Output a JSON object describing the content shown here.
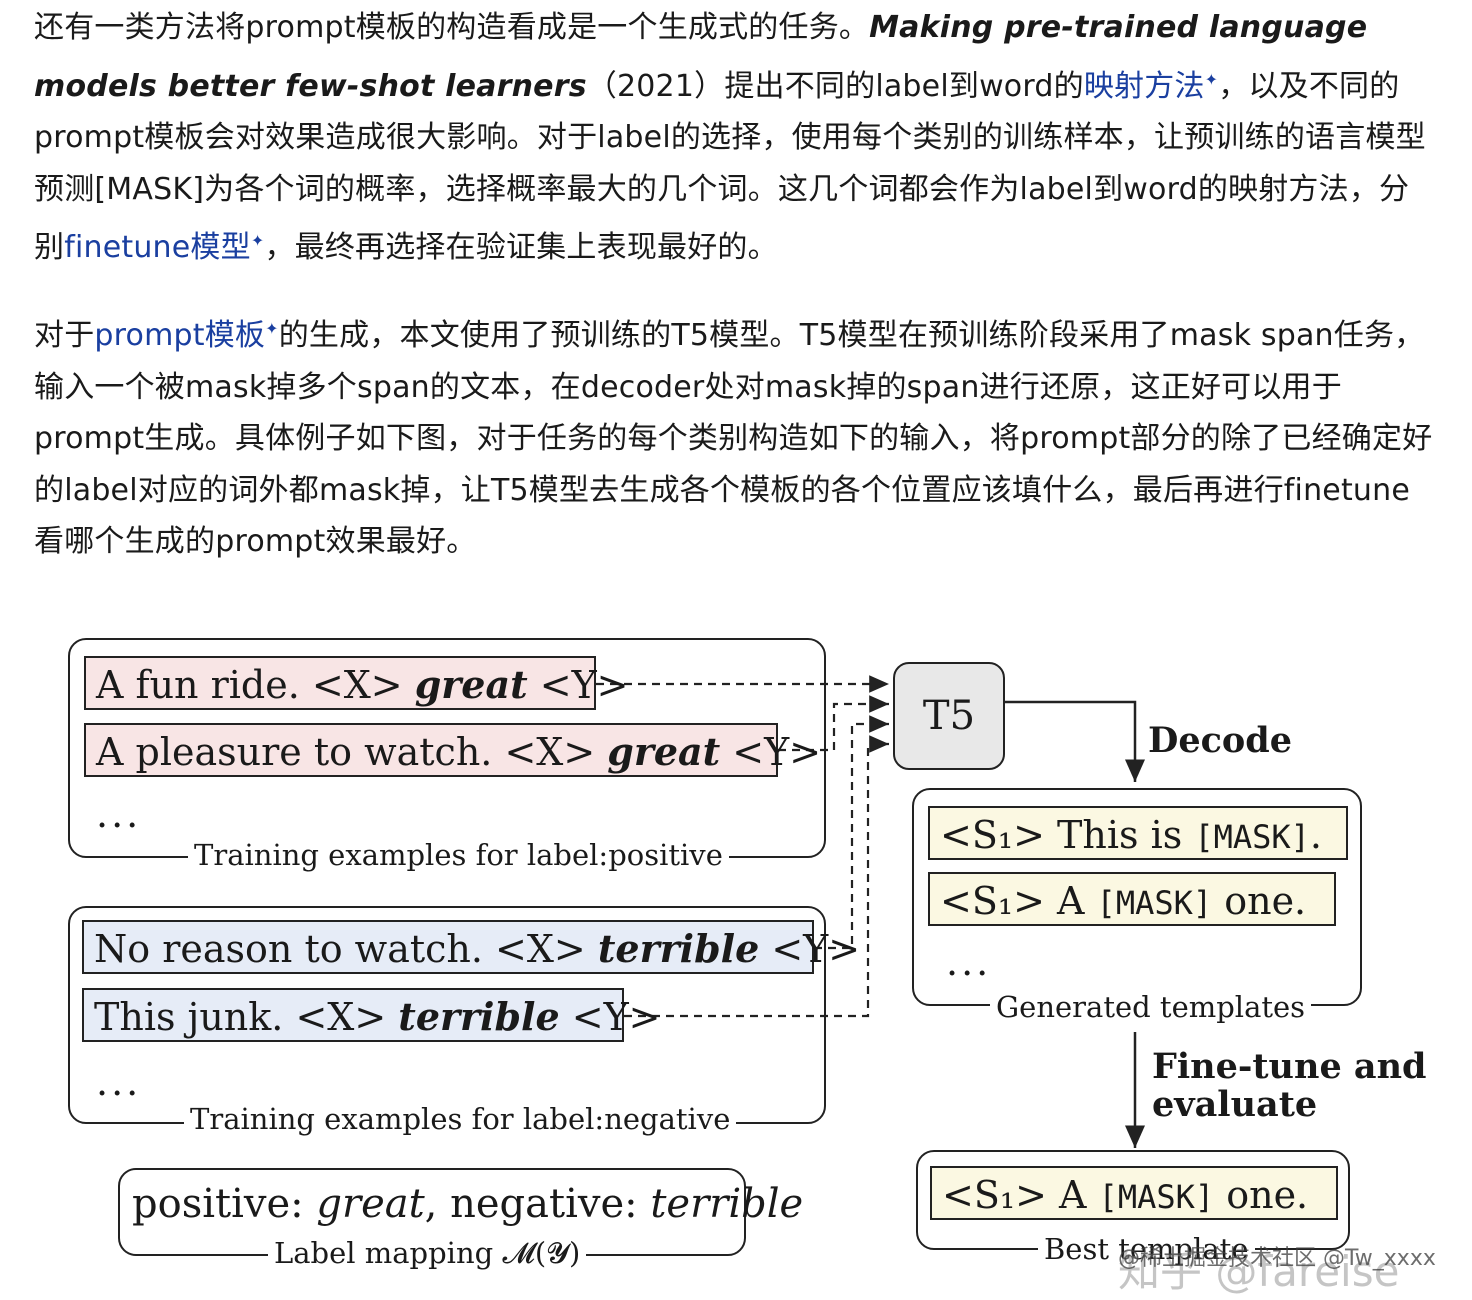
{
  "paragraph1": {
    "text_a": "还有一类方法将prompt模板的构造看成是一个生成式的任务。",
    "paper_title": "Making pre-trained language models better few-shot learners",
    "text_b": "（2021）提出不同的label到word的",
    "link1": "映射方法",
    "text_c": "，以及不同的prompt模板会对效果造成很大影响。对于label的选择，使用每个类别的训练样本，让预训练的语言模型预测[MASK]为各个词的概率，选择概率最大的几个词。这几个词都会作为label到word的映射方法，分别",
    "link2": "finetune模型",
    "text_d": "，最终再选择在验证集上表现最好的。"
  },
  "paragraph2": {
    "text_a": "对于",
    "link1": "prompt模板",
    "text_b": "的生成，本文使用了预训练的T5模型。T5模型在预训练阶段采用了mask span任务，输入一个被mask掉多个span的文本，在decoder处对mask掉的span进行还原，这正好可以用于prompt生成。具体例子如下图，对于任务的每个类别构造如下的输入，将prompt部分的除了已经确定好的label对应的词外都mask掉，让T5模型去生成各个模板的各个位置应该填什么，最后再进行finetune看哪个生成的prompt效果最好。"
  },
  "link_marker": "✦",
  "figure": {
    "positive_examples": [
      {
        "text": "A fun ride. <X> ",
        "word": "great",
        "suffix": " <Y>"
      },
      {
        "text": "A pleasure to watch. <X> ",
        "word": "great",
        "suffix": " <Y>"
      }
    ],
    "positive_caption": "Training examples for label:positive",
    "negative_examples": [
      {
        "text": "No reason to watch. <X> ",
        "word": "terrible",
        "suffix": " <Y>"
      },
      {
        "text": "This junk. <X> ",
        "word": "terrible",
        "suffix": " <Y>"
      }
    ],
    "negative_caption": "Training examples for label:negative",
    "ellipsis": "...",
    "t5_label": "T5",
    "decode_label": "Decode",
    "generated_templates": [
      {
        "prefix": "<S₁> This is ",
        "mask": "[MASK]",
        "suffix": "."
      },
      {
        "prefix": "<S₁> A ",
        "mask": "[MASK]",
        "suffix": " one."
      }
    ],
    "generated_caption": "Generated templates",
    "finetune_label_line1": "Fine-tune and",
    "finetune_label_line2": "evaluate",
    "best_template": {
      "prefix": "<S₁> A ",
      "mask": "[MASK]",
      "suffix": " one."
    },
    "best_caption": "Best template",
    "label_mapping": {
      "pos_key": "positive: ",
      "pos_word": "great",
      "sep": ", negative: ",
      "neg_word": "terrible",
      "caption": "Label mapping 𝓜(𝓨)"
    }
  },
  "watermark": {
    "zhihu": "知乎 @fareise",
    "juejin": "@稀土掘金技术社区 @Tw_xxxx"
  }
}
